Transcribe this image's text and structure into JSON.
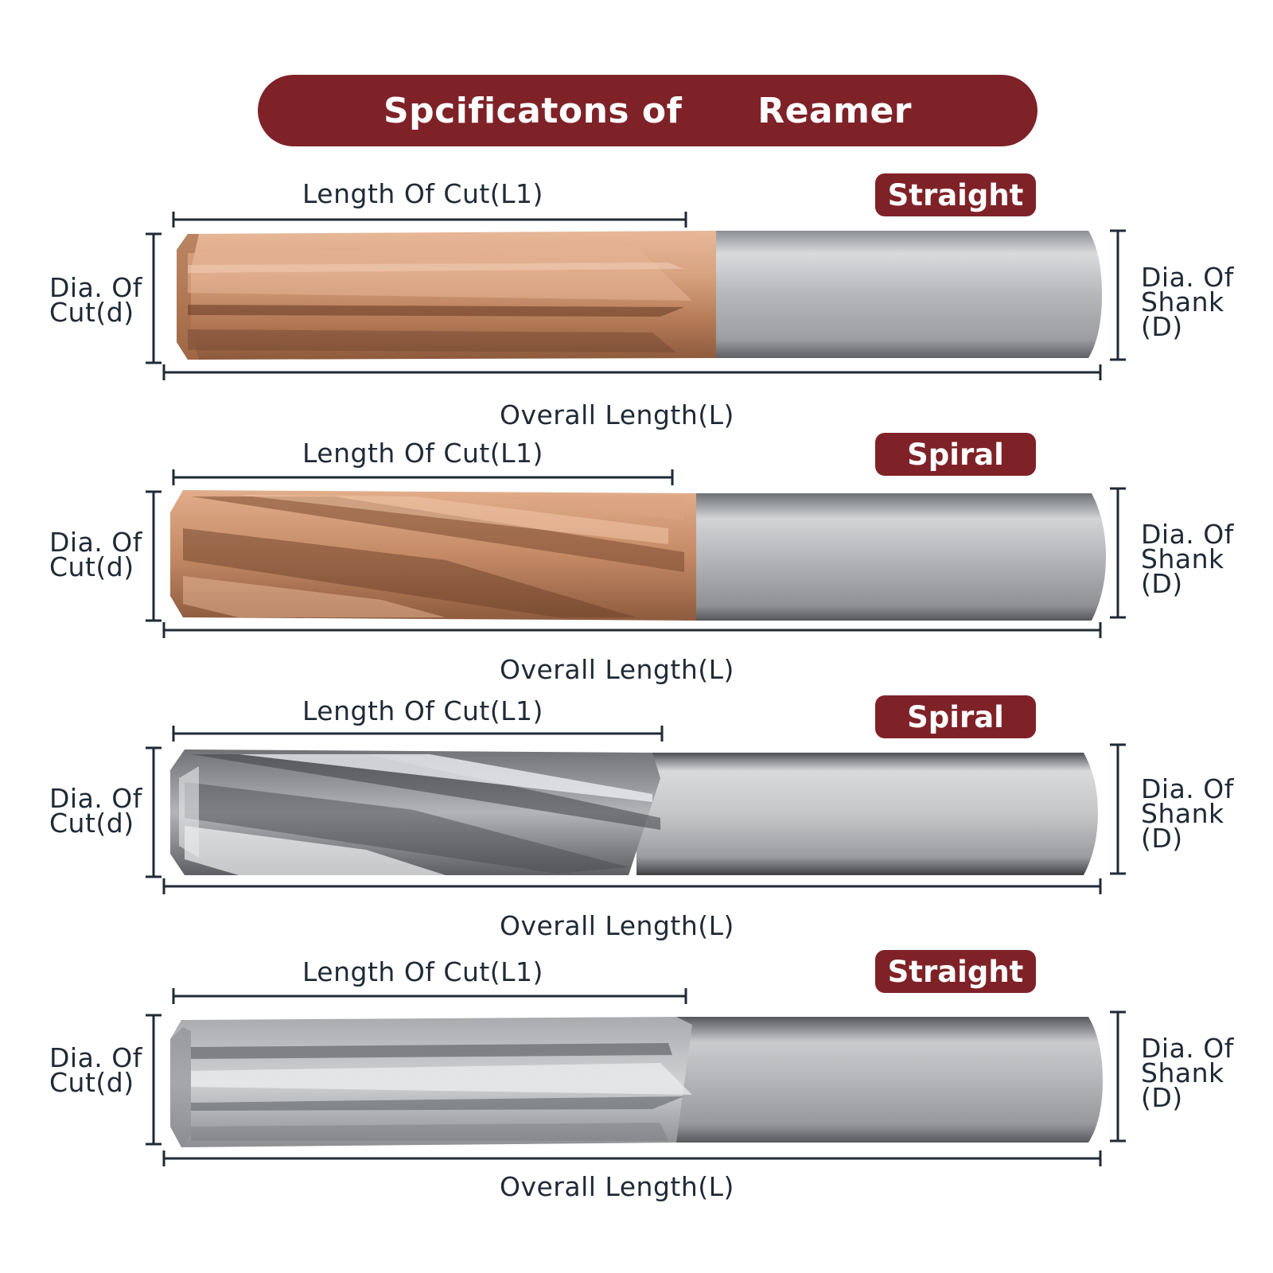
{
  "title": {
    "part1": "Spcificatons of",
    "part2": "Reamer"
  },
  "labels": {
    "length_of_cut": "Length Of Cut(L1)",
    "overall_length": "Overall Length(L)",
    "dia_cut_line1": "Dia. Of",
    "dia_cut_line2": "Cut(d)",
    "dia_shank_line1": "Dia. Of",
    "dia_shank_line2": "Shank",
    "dia_shank_line3": "(D)"
  },
  "tools": [
    {
      "type": "Straight",
      "coating": "bronze"
    },
    {
      "type": "Spiral",
      "coating": "bronze"
    },
    {
      "type": "Spiral",
      "coating": "uncoated"
    },
    {
      "type": "Straight",
      "coating": "uncoated"
    }
  ],
  "colors": {
    "accent": "#7f2228",
    "line": "#1f2a36",
    "bronze": "#c9906c",
    "steel": "#a9abae"
  }
}
